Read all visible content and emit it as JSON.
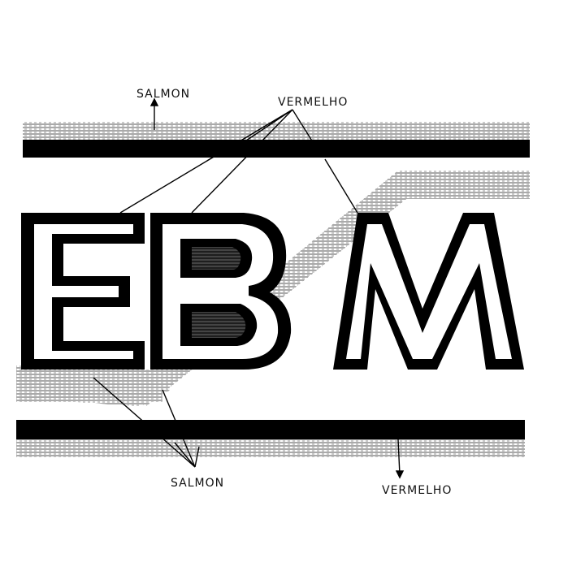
{
  "mark": {
    "text": "EBM",
    "letters": [
      "E",
      "B",
      "M"
    ]
  },
  "labels": {
    "top_salmon": "SALMON",
    "top_vermelho": "VERMELHO",
    "bottom_salmon": "SALMON",
    "bottom_vermelho": "VERMELHO"
  },
  "colors": {
    "ink": "#000000",
    "paper": "#ffffff",
    "shade": "#9a9a9a"
  }
}
